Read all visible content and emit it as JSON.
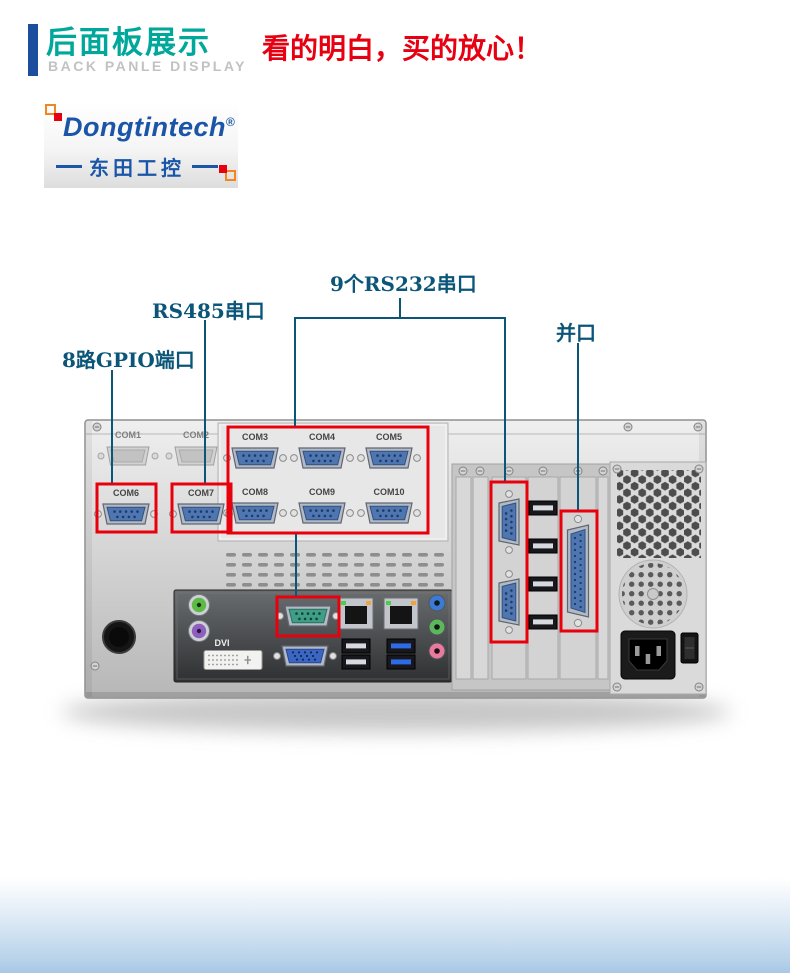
{
  "header": {
    "title": "后面板展示",
    "subtitle": "BACK PANLE DISPLAY",
    "slogan": "看的明白，买的放心！"
  },
  "logo": {
    "brand": "Dongtintech",
    "reg": "®",
    "cn": "东田工控"
  },
  "annotations": {
    "gpio": "8路GPIO端口",
    "rs485": "RS485串口",
    "rs232": "9个RS232串口",
    "parallel": "并口"
  },
  "ports": {
    "com1": "COM1",
    "com2": "COM2",
    "com3": "COM3",
    "com4": "COM4",
    "com5": "COM5",
    "com6": "COM6",
    "com7": "COM7",
    "com8": "COM8",
    "com9": "COM9",
    "com10": "COM10",
    "dvi": "DVI"
  },
  "colors": {
    "accent_teal": "#00a79b",
    "slogan_red": "#e60012",
    "annotation_blue": "#0b5578",
    "highlight_red": "#e8000d",
    "brand_blue": "#1a55a8"
  }
}
